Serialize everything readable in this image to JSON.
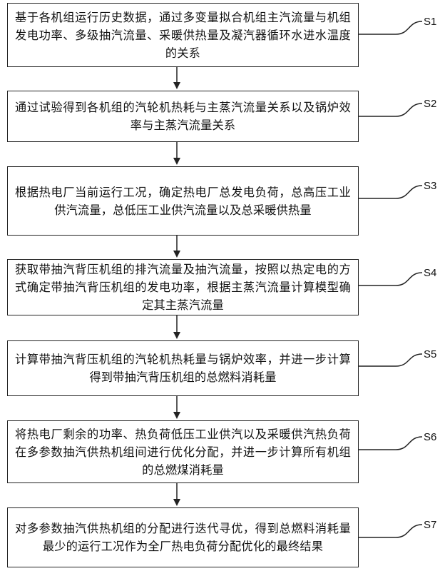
{
  "steps": [
    {
      "label": "S1",
      "text": "基于各机组运行历史数据，通过多变量拟合机组主汽流量与机组发电功率、多级抽汽流量、采暖供热量及凝汽器循环水进水温度的关系"
    },
    {
      "label": "S2",
      "text": "通过试验得到各机组的汽轮机热耗与主蒸汽流量关系以及锅炉效率与主蒸汽流量关系"
    },
    {
      "label": "S3",
      "text": "根据热电厂当前运行工况，确定热电厂总发电负荷，总高压工业供汽流量，总低压工业供汽流量以及总采暖供热量"
    },
    {
      "label": "S4",
      "text": "获取带抽汽背压机组的排汽流量及抽汽流量，按照以热定电的方式确定带抽汽背压机组的发电功率，根据主蒸汽流量计算模型确定其主蒸汽流量"
    },
    {
      "label": "S5",
      "text": "计算带抽汽背压机组的汽轮机热耗量与锅炉效率，并进一步计算得到带抽汽背压机组的总燃料消耗量"
    },
    {
      "label": "S6",
      "text": "将热电厂剩余的功率、热负荷低压工业供汽以及采暖供汽热负荷在多参数抽汽供热机组间进行优化分配，并进一步计算所有机组的总燃煤消耗量"
    },
    {
      "label": "S7",
      "text": "对多参数抽汽供热机组的分配进行迭代寻优，得到总燃料消耗量最少的运行工况作为全厂热电负荷分配优化的最终结果"
    }
  ]
}
